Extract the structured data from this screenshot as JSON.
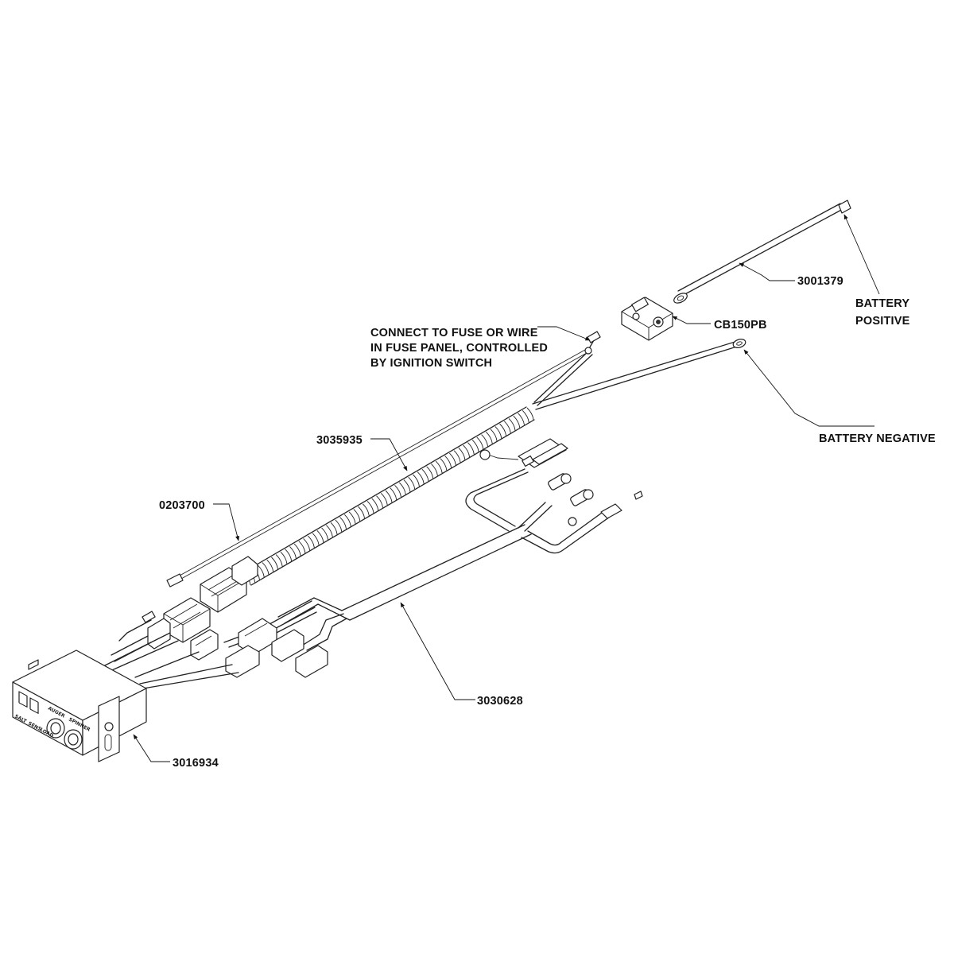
{
  "labels": {
    "cable_positive": "3001379",
    "battery_positive_line1": "BATTERY",
    "battery_positive_line2": "POSITIVE",
    "circuit_breaker": "CB150PB",
    "fuse_note_line1": "CONNECT TO FUSE OR WIRE",
    "fuse_note_line2": "IN FUSE PANEL, CONTROLLED",
    "fuse_note_line3": "BY IGNITION SWITCH",
    "battery_negative": "BATTERY NEGATIVE",
    "power_harness": "3035935",
    "fuse_wire": "0203700",
    "vehicle_harness": "3030628",
    "control_box": "3016934"
  },
  "control_panel": {
    "switch_left": "SALT",
    "switch_mid": "SENS",
    "switch_right": "LOAD",
    "knob_left": "AUGER",
    "knob_right": "SPINNER"
  }
}
